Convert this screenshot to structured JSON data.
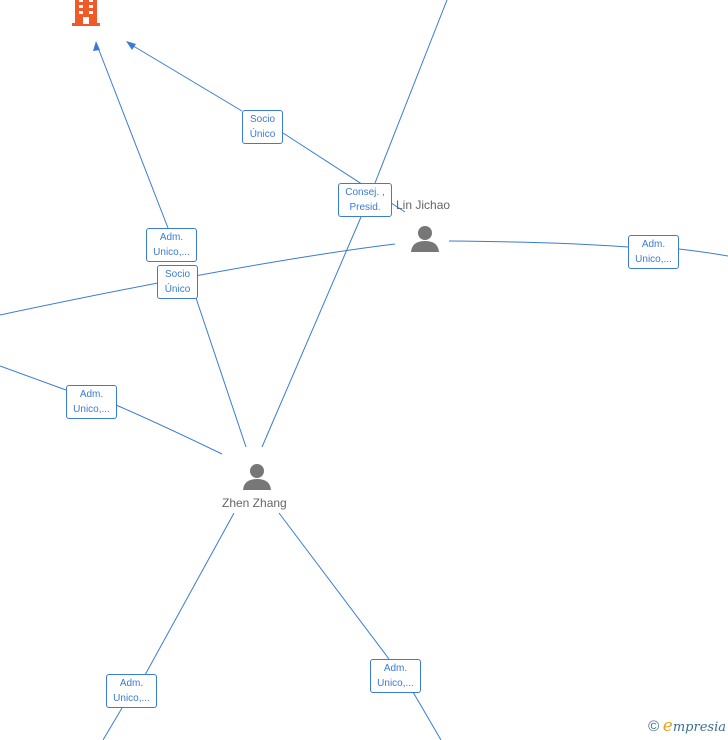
{
  "nodes": {
    "lin_jichao": {
      "name": "Lin Jichao"
    },
    "zhen_zhang": {
      "name": "Zhen Zhang"
    },
    "company": {
      "icon": "building-icon",
      "color": "#f05a28"
    }
  },
  "edge_labels": {
    "socio_unico_top": {
      "line1": "Socio",
      "line2": "Único"
    },
    "consej_presid": {
      "line1": "Consej. ,",
      "line2": "Presid."
    },
    "adm_unico_left": {
      "line1": "Adm.",
      "line2": "Unico,..."
    },
    "socio_unico_mid": {
      "line1": "Socio",
      "line2": "Único"
    },
    "adm_unico_right": {
      "line1": "Adm.",
      "line2": "Unico,..."
    },
    "adm_unico_farleft": {
      "line1": "Adm.",
      "line2": "Unico,..."
    },
    "adm_unico_bottom_left": {
      "line1": "Adm.",
      "line2": "Unico,..."
    },
    "adm_unico_bottom_right": {
      "line1": "Adm.",
      "line2": "Unico,..."
    }
  },
  "colors": {
    "edge": "#3a7bd5",
    "person": "#777777",
    "company": "#f05a28"
  },
  "watermark": {
    "copyright": "©",
    "brand_initial": "e",
    "brand_rest": "mpresia"
  }
}
